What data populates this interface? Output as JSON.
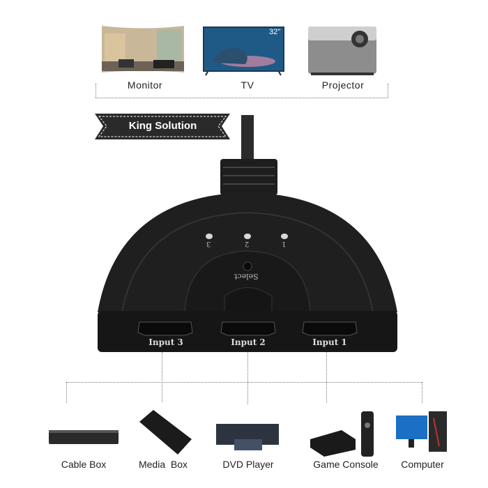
{
  "outputs": [
    {
      "label": "Monitor",
      "icon": "monitor-image"
    },
    {
      "label": "TV",
      "icon": "tv-image",
      "badge": "32\""
    },
    {
      "label": "Projector",
      "icon": "projector-image"
    }
  ],
  "banner": {
    "text": "King Solution"
  },
  "device": {
    "leds": [
      "3",
      "2",
      "1"
    ],
    "select_label": "Select",
    "ports": [
      "Input 3",
      "Input 2",
      "Input 1"
    ]
  },
  "inputs": [
    {
      "label": "Cable Box"
    },
    {
      "label": "Media  Box"
    },
    {
      "label": "DVD Player"
    },
    {
      "label": "Game Console"
    },
    {
      "label": "Computer"
    }
  ]
}
